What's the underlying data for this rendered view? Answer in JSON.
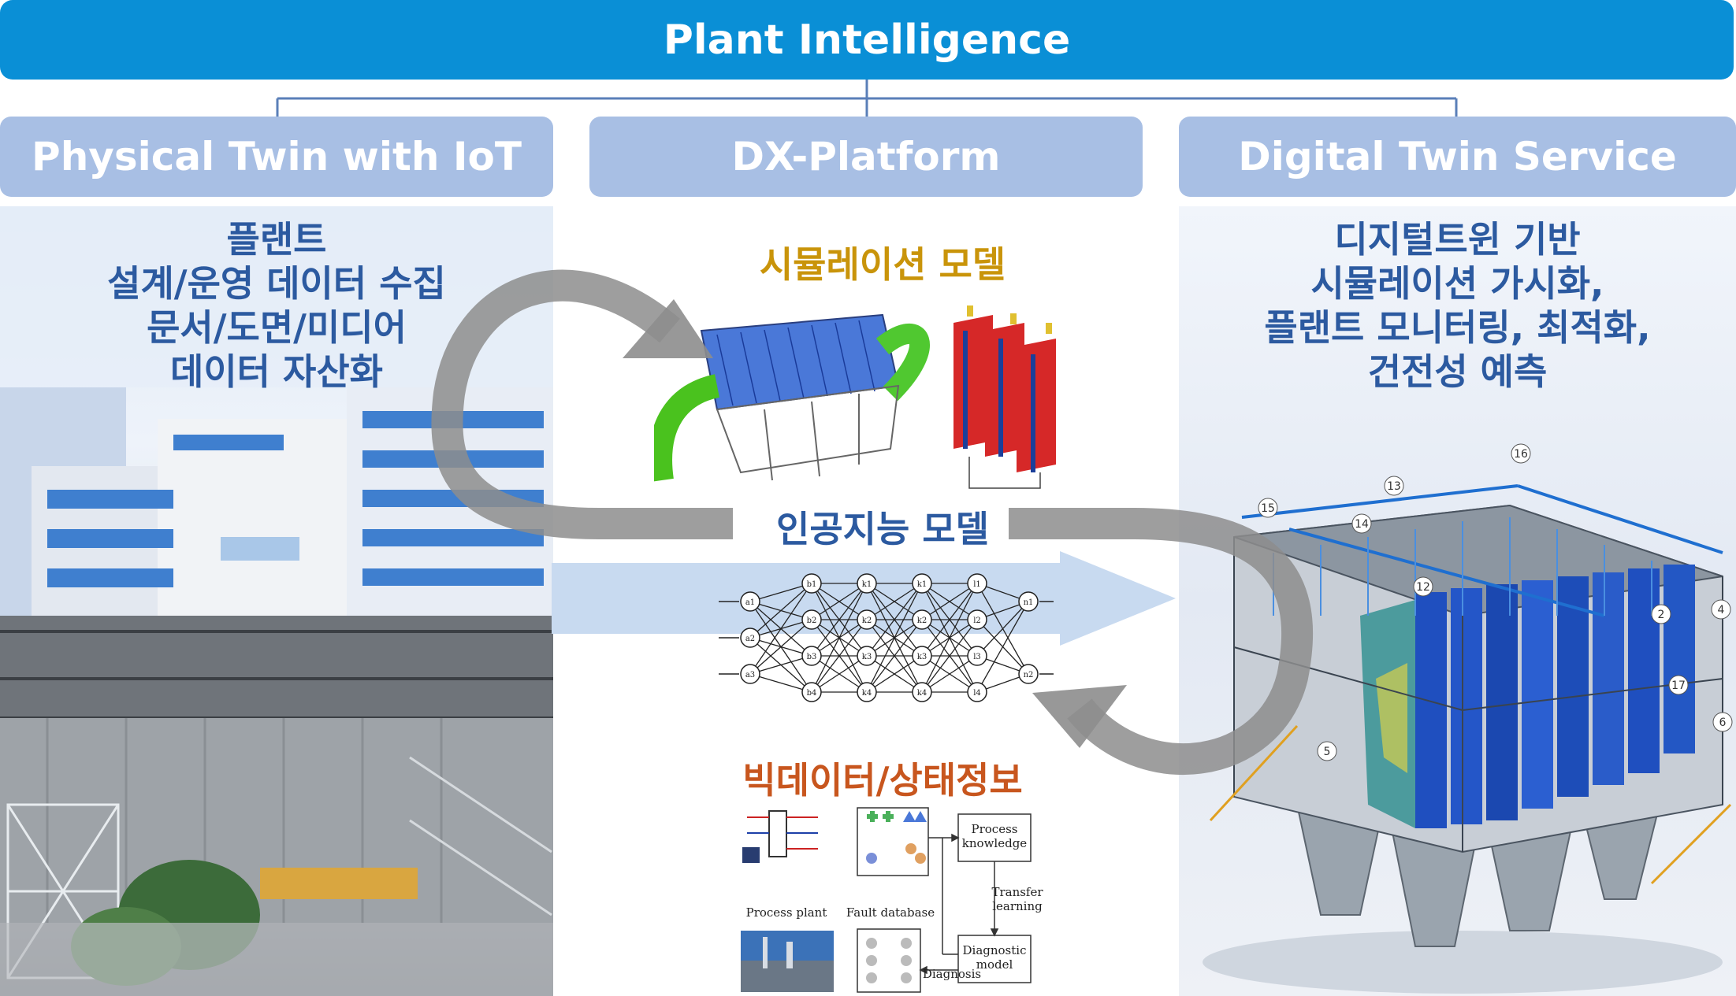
{
  "header": {
    "title": "Plant Intelligence"
  },
  "columns": [
    {
      "label": "Physical Twin with IoT"
    },
    {
      "label": "DX-Platform"
    },
    {
      "label": "Digital Twin Service"
    }
  ],
  "physical": {
    "lines": [
      "플랜트",
      "설계/운영 데이터 수집",
      "문서/도면/미디어",
      "데이터 자산화"
    ]
  },
  "platform": {
    "simulation": "시뮬레이션 모델",
    "ai": "인공지능 모델",
    "bigdata": "빅데이터/상태정보"
  },
  "service": {
    "lines": [
      "디지털트윈 기반",
      "시뮬레이션 가시화,",
      "플랜트 모니터링, 최적화,",
      "건전성 예측"
    ]
  },
  "diagram_labels": {
    "process_knowledge_1": "Process",
    "process_knowledge_2": "knowledge",
    "transfer_1": "Transfer",
    "transfer_2": "learning",
    "process_plant": "Process plant",
    "fault_database": "Fault database",
    "diagnostic_1": "Diagnostic",
    "diagnostic_2": "model",
    "diagnosis": "Diagnosis"
  },
  "nn_nodes": {
    "input": [
      "a1",
      "a2",
      "a3"
    ],
    "layer1": [
      "b1",
      "b2",
      "b3",
      "b4"
    ],
    "layer2": [
      "k1",
      "k2",
      "k3",
      "k4"
    ],
    "layer3": [
      "k1",
      "k2",
      "k3",
      "k4"
    ],
    "layer4": [
      "l1",
      "l2",
      "l3",
      "l4"
    ],
    "output": [
      "n1",
      "n2"
    ]
  },
  "callouts": [
    "16",
    "13",
    "15",
    "14",
    "12",
    "2",
    "4",
    "17",
    "6",
    "5"
  ],
  "colors": {
    "title_bar": "#0a8fd6",
    "column_header": "#a8bfe4",
    "caption_blue": "#2c5aa0",
    "simulation_label": "#c9940a",
    "ai_label": "#2c5aa0",
    "bigdata_label": "#c8561e",
    "cycle_arrow": "#8d8d8d"
  }
}
